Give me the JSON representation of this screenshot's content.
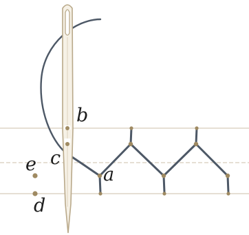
{
  "diagram": {
    "labels": {
      "a": "a",
      "b": "b",
      "c": "c",
      "d": "d",
      "e": "e"
    },
    "colors": {
      "background": "#ffffff",
      "guide_line": "#cdbfa9",
      "thread": "#4d5866",
      "thread_highlight": "#7a8593",
      "stitch_point": "#9f8a62",
      "needle": "#b9a98a",
      "needle_fill": "#f6f1e6",
      "label": "#1d1d1d"
    },
    "icons": {
      "needle": "sewing-needle-icon",
      "thread": "thread-icon"
    }
  }
}
